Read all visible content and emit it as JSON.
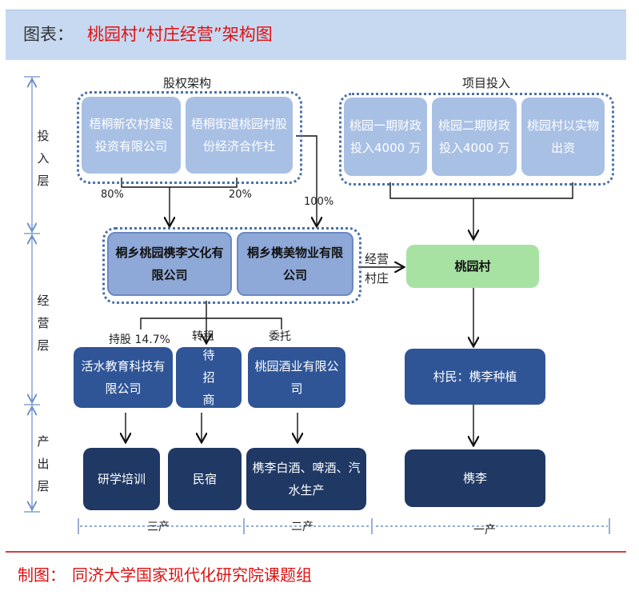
{
  "header": {
    "prefix": "图表：",
    "title": "桃园村“村庄经营”架构图"
  },
  "groups": {
    "equity_title": "股权架构",
    "investment_title": "项目投入"
  },
  "layers": {
    "investment": "投入层",
    "operation": "经营层",
    "output": "产出层"
  },
  "nodes": {
    "wutong_new_village": "梧桐新农村建设投资有限公司",
    "wutong_street": "梧桐街道桃园村股份经济合作社",
    "phase1": "桃园一期财政投入4000 万",
    "phase2": "桃园二期财政投入4000 万",
    "in_kind": "桃园村以实物出资",
    "tongxiang_culture": "桐乡桃园槜李文化有限公司",
    "tongxiang_property": "桐乡槜美物业有限公司",
    "taoyuan_village": "桃园村",
    "huoshui_edu": "活水教育科技有限公司",
    "for_lease": "待招商",
    "taoyuan_winery": "桃园酒业有限公司",
    "villagers_planting": "村民：槜李种植",
    "study_training": "研学培训",
    "homestay": "民宿",
    "liquor_products": "槜李白酒、啤酒、汽水生产",
    "zuili": "槜李"
  },
  "edge_labels": {
    "pct_80": "80%",
    "pct_20": "20%",
    "pct_100": "100%",
    "village_operation": "经营村庄",
    "holding": "持股 14.7%",
    "sublease": "转租",
    "entrust": "委托"
  },
  "industry_bands": {
    "tertiary": "三产",
    "secondary": "二产",
    "primary": "一产"
  },
  "footer": {
    "prefix": "制图：",
    "source": "同济大学国家现代化研究院课题组"
  },
  "colors": {
    "header_bg": "#c7d9f1",
    "title_red": "#dd1111",
    "light_box": "#a9c0e5",
    "mid_box": "#8ea8d8",
    "blue_box": "#2f5597",
    "navy_box": "#1f3864",
    "green_box": "#a8e2a3",
    "dotted_border": "#4a72a8"
  }
}
